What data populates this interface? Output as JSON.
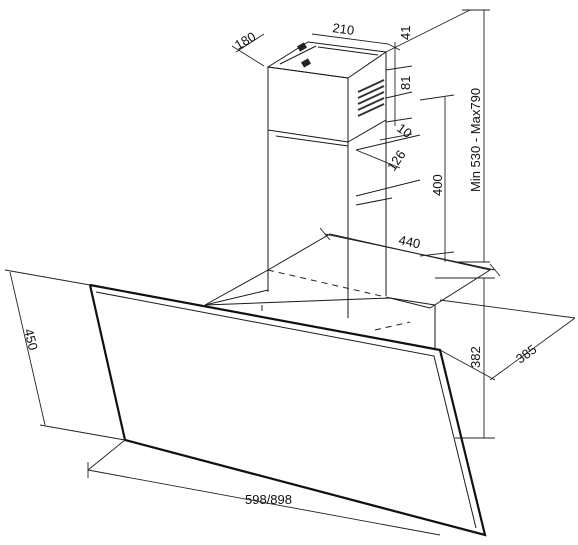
{
  "drawing": {
    "dimensions": {
      "chimney_depth": "180",
      "chimney_width": "210",
      "top_offset": "41",
      "vent_height": "81",
      "vent_offset": "10",
      "vent_bracket": "126",
      "bracket_height": "400",
      "chimney_range": "Min 530 - Max790",
      "bracket_width": "440",
      "glass_depth": "450",
      "body_height": "382",
      "body_depth": "385",
      "hood_width": "598/898"
    }
  }
}
